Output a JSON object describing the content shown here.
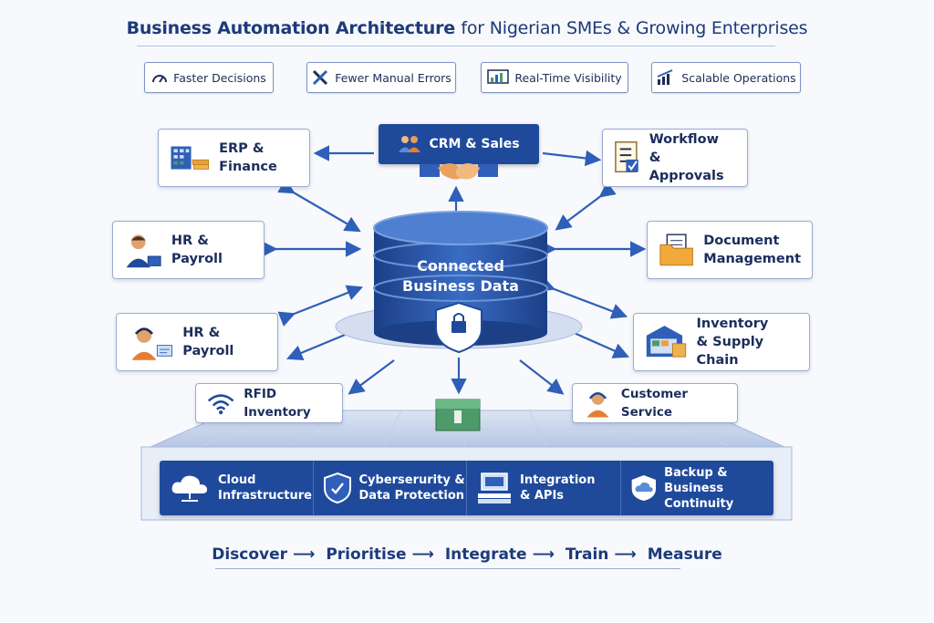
{
  "title": {
    "bold": "Business Automation Architecture",
    "rest": "for Nigerian SMEs & Growing Enterprises"
  },
  "benefits": [
    {
      "label": "Faster Decisions",
      "icon": "gauge-icon"
    },
    {
      "label": "Fewer Manual Errors",
      "icon": "tools-icon"
    },
    {
      "label": "Real-Time Visibility",
      "icon": "dashboard-icon"
    },
    {
      "label": "Scalable Operations",
      "icon": "growth-chart-icon"
    }
  ],
  "hub": {
    "label_line1": "Connected",
    "label_line2": "Business Data",
    "icon": "shield-lock-icon"
  },
  "modules": {
    "crm": {
      "label": "CRM & Sales",
      "icon": "handshake-icon"
    },
    "erp": {
      "label": "ERP & Finance",
      "icon": "building-finance-icon"
    },
    "workflow": {
      "label": "Workflow\n& Approvals",
      "icon": "checklist-icon"
    },
    "hr1": {
      "label": "HR & Payroll",
      "icon": "employee-icon"
    },
    "document": {
      "label": "Document\nManagement",
      "icon": "folder-icon"
    },
    "hr2": {
      "label": "HR & Payroll",
      "icon": "headset-agent-icon"
    },
    "inventory": {
      "label": "Inventory\n& Supply Chain",
      "icon": "warehouse-icon"
    },
    "rfid": {
      "label": "RFID Inventory",
      "icon": "wireless-icon"
    },
    "customer": {
      "label": "Customer Service",
      "icon": "support-agent-icon"
    }
  },
  "infrastructure": [
    {
      "label": "Cloud\nInfrastructure",
      "icon": "cloud-icon"
    },
    {
      "label": "Cyberserurity &\nData Protection",
      "icon": "security-shield-icon"
    },
    {
      "label": "Integration\n& APIs",
      "icon": "server-icon"
    },
    {
      "label": "Backup &\nBusiness Continuity",
      "icon": "backup-shield-icon"
    }
  ],
  "process": [
    "Discover",
    "Prioritise",
    "Integrate",
    "Train",
    "Measure"
  ],
  "colors": {
    "primary": "#1f4a9c",
    "accent": "#2f5fb8",
    "border": "#9aabcf",
    "text": "#1b2d5c"
  }
}
